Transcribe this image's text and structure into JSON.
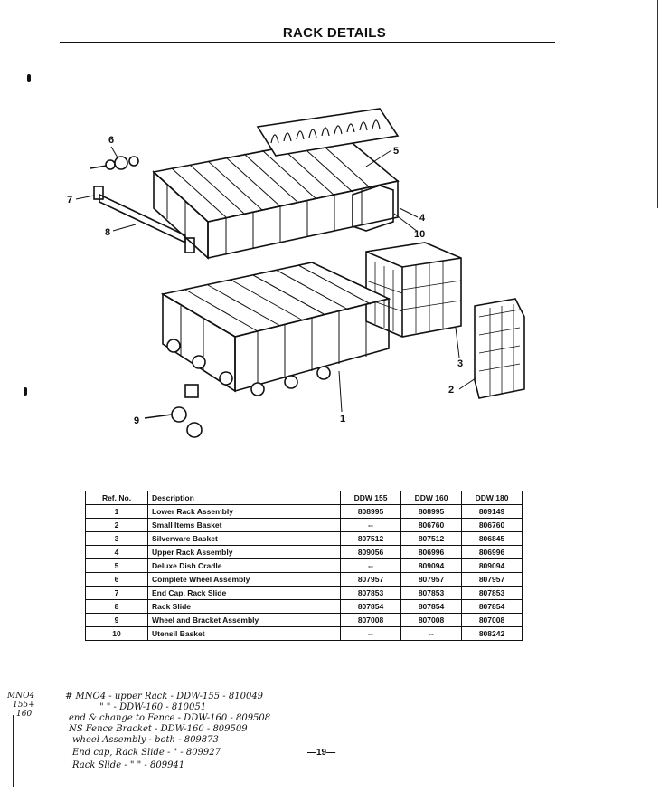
{
  "page": {
    "title": "RACK DETAILS",
    "page_number": "—19—"
  },
  "diagram": {
    "callouts": [
      "1",
      "2",
      "3",
      "4",
      "5",
      "6",
      "7",
      "8",
      "9",
      "10"
    ]
  },
  "table": {
    "headers": [
      "Ref. No.",
      "Description",
      "DDW 155",
      "DDW 160",
      "DDW 180"
    ],
    "rows": [
      [
        "1",
        "Lower Rack Assembly",
        "808995",
        "808995",
        "809149"
      ],
      [
        "2",
        "Small Items Basket",
        "--",
        "806760",
        "806760"
      ],
      [
        "3",
        "Silverware Basket",
        "807512",
        "807512",
        "806845"
      ],
      [
        "4",
        "Upper Rack Assembly",
        "809056",
        "806996",
        "806996"
      ],
      [
        "5",
        "Deluxe Dish Cradle",
        "--",
        "809094",
        "809094"
      ],
      [
        "6",
        "Complete Wheel Assembly",
        "807957",
        "807957",
        "807957"
      ],
      [
        "7",
        "End Cap, Rack Slide",
        "807853",
        "807853",
        "807853"
      ],
      [
        "8",
        "Rack Slide",
        "807854",
        "807854",
        "807854"
      ],
      [
        "9",
        "Wheel and Bracket Assembly",
        "807008",
        "807008",
        "807008"
      ],
      [
        "10",
        "Utensil Basket",
        "--",
        "--",
        "808242"
      ]
    ]
  },
  "handwritten": {
    "side": [
      "MNO4",
      "155+",
      "160"
    ],
    "lines": [
      "# MNO4 - upper Rack - DDW-155 - 810049",
      "\"       \" - DDW-160 - 810051",
      "end & change to Fence - DDW-160 - 809508",
      "NS Fence Bracket - DDW-160 - 809509",
      "wheel Assembly - both - 809873",
      "End cap, Rack Slide - \" - 809927",
      "Rack Slide - \" \" - 809941"
    ]
  }
}
